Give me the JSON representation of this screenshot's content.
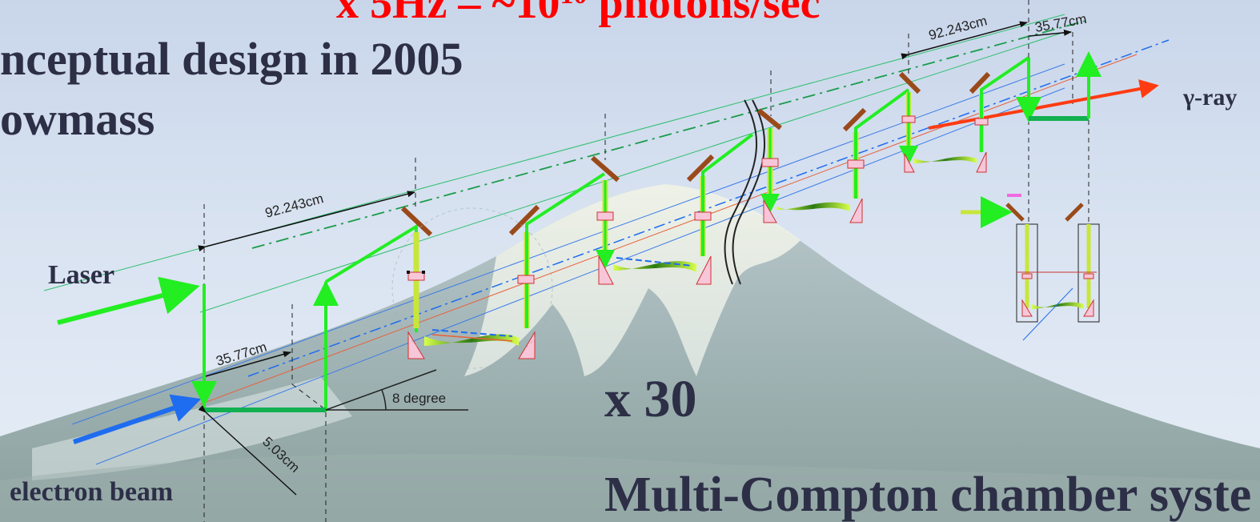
{
  "slide": {
    "title_partial": "x 5Hz – ~10",
    "title_exponent": "10",
    "title_suffix": " photons/sec",
    "heading_line1": "nceptual design in 2005",
    "heading_line2": "owmass",
    "multiplier": "x 30",
    "bottom_heading": "Multi-Compton chamber syste"
  },
  "labels": {
    "laser": "Laser",
    "electron_beam": "electron beam",
    "gamma_ray": "γ-ray"
  },
  "dimensions": {
    "cavity_length": "92.243cm",
    "offset": "35.77cm",
    "beam_separation": "5.03cm",
    "angle": "8 degree",
    "cavity_length_right": "92.243cm",
    "offset_right": "35.77cm"
  },
  "colors": {
    "laser": "#22ee22",
    "electron": "#1e6cf0",
    "gamma": "#ff3b12",
    "mirror": "#9a4a1a",
    "title_red": "#ff0000",
    "text_dark": "#2d2f47"
  }
}
